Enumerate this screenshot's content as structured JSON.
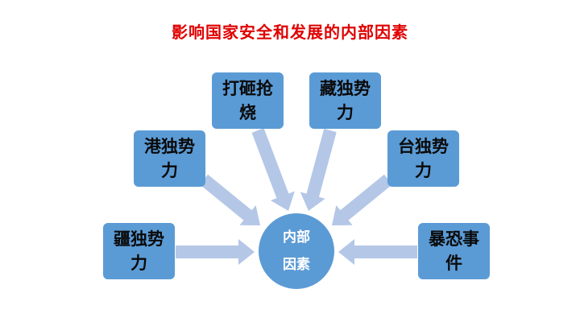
{
  "title": "影响国家安全和发展的内部因素",
  "center": {
    "line1": "内部",
    "line2": "因素"
  },
  "factors": [
    {
      "label": "打砸抢烧"
    },
    {
      "label": "藏独势力"
    },
    {
      "label": "港独势力"
    },
    {
      "label": "台独势力"
    },
    {
      "label": "疆独势力"
    },
    {
      "label": "暴恐事件"
    }
  ],
  "colors": {
    "box": "#5b9bd5",
    "arrow": "#b4c7e7",
    "title": "#e00000"
  }
}
